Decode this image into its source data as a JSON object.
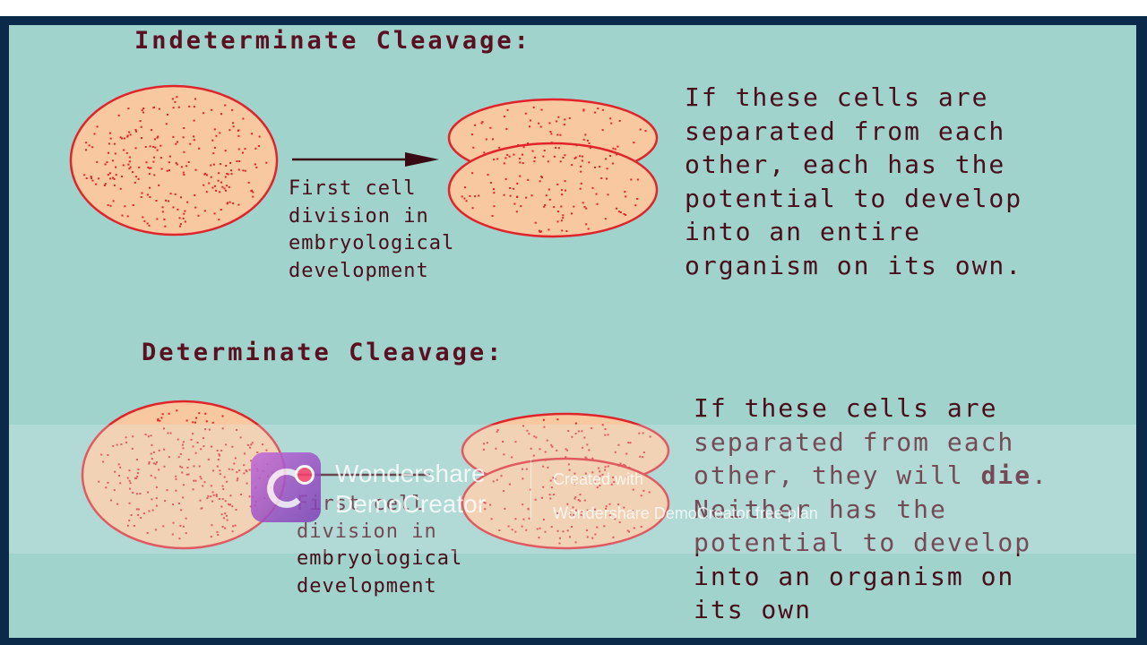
{
  "indeterminate": {
    "heading": "Indeterminate Cleavage:",
    "caption": [
      "First cell",
      "division in",
      "embryological",
      "development"
    ],
    "description": [
      "If these cells are",
      "separated from each",
      "other, each has the",
      "potential to develop",
      "into an entire",
      "organism on its own."
    ]
  },
  "determinate": {
    "heading": "Determinate Cleavage:",
    "caption": [
      "First cell",
      "division in",
      "embryological",
      "development"
    ],
    "description": {
      "line1": "If these cells are",
      "line2": "separated from each",
      "line3_pre": "other, they will ",
      "line3_bold": "die",
      "line3_post": ".",
      "line4": "Neither has the",
      "line5": "potential to develop",
      "line6": "into an organism on",
      "line7": "its own"
    }
  },
  "watermark": {
    "brand_line1": "Wondershare",
    "brand_line2": "DemoCreator",
    "note_line1": "Created with",
    "note_line2": "Wondershare DemoCreator free plan"
  },
  "colors": {
    "background": "#9fd3cc",
    "cell_fill": "#f8c9a0",
    "cell_outline": "#e0242b",
    "text": "#4a0d1c",
    "frame": "#0b2a4a"
  }
}
